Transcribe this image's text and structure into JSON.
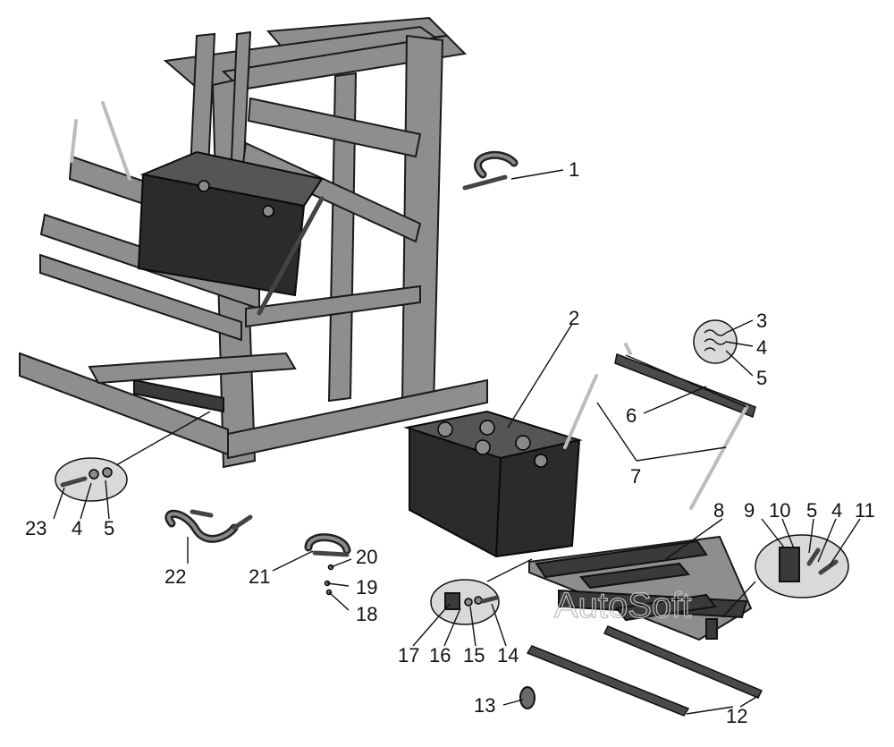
{
  "watermark": "AutoSoft",
  "callouts": [
    {
      "id": "c1",
      "text": "1"
    },
    {
      "id": "c2",
      "text": "2"
    },
    {
      "id": "c3",
      "text": "3"
    },
    {
      "id": "c4a",
      "text": "4"
    },
    {
      "id": "c5a",
      "text": "5"
    },
    {
      "id": "c6",
      "text": "6"
    },
    {
      "id": "c7",
      "text": "7"
    },
    {
      "id": "c8",
      "text": "8"
    },
    {
      "id": "c9",
      "text": "9"
    },
    {
      "id": "c10",
      "text": "10"
    },
    {
      "id": "c5b",
      "text": "5"
    },
    {
      "id": "c4b",
      "text": "4"
    },
    {
      "id": "c11",
      "text": "11"
    },
    {
      "id": "c12",
      "text": "12"
    },
    {
      "id": "c13",
      "text": "13"
    },
    {
      "id": "c14",
      "text": "14"
    },
    {
      "id": "c15",
      "text": "15"
    },
    {
      "id": "c16",
      "text": "16"
    },
    {
      "id": "c17",
      "text": "17"
    },
    {
      "id": "c18",
      "text": "18"
    },
    {
      "id": "c19",
      "text": "19"
    },
    {
      "id": "c20",
      "text": "20"
    },
    {
      "id": "c21",
      "text": "21"
    },
    {
      "id": "c22",
      "text": "22"
    },
    {
      "id": "c23",
      "text": "23"
    },
    {
      "id": "c4c",
      "text": "4"
    },
    {
      "id": "c5c",
      "text": "5"
    }
  ]
}
